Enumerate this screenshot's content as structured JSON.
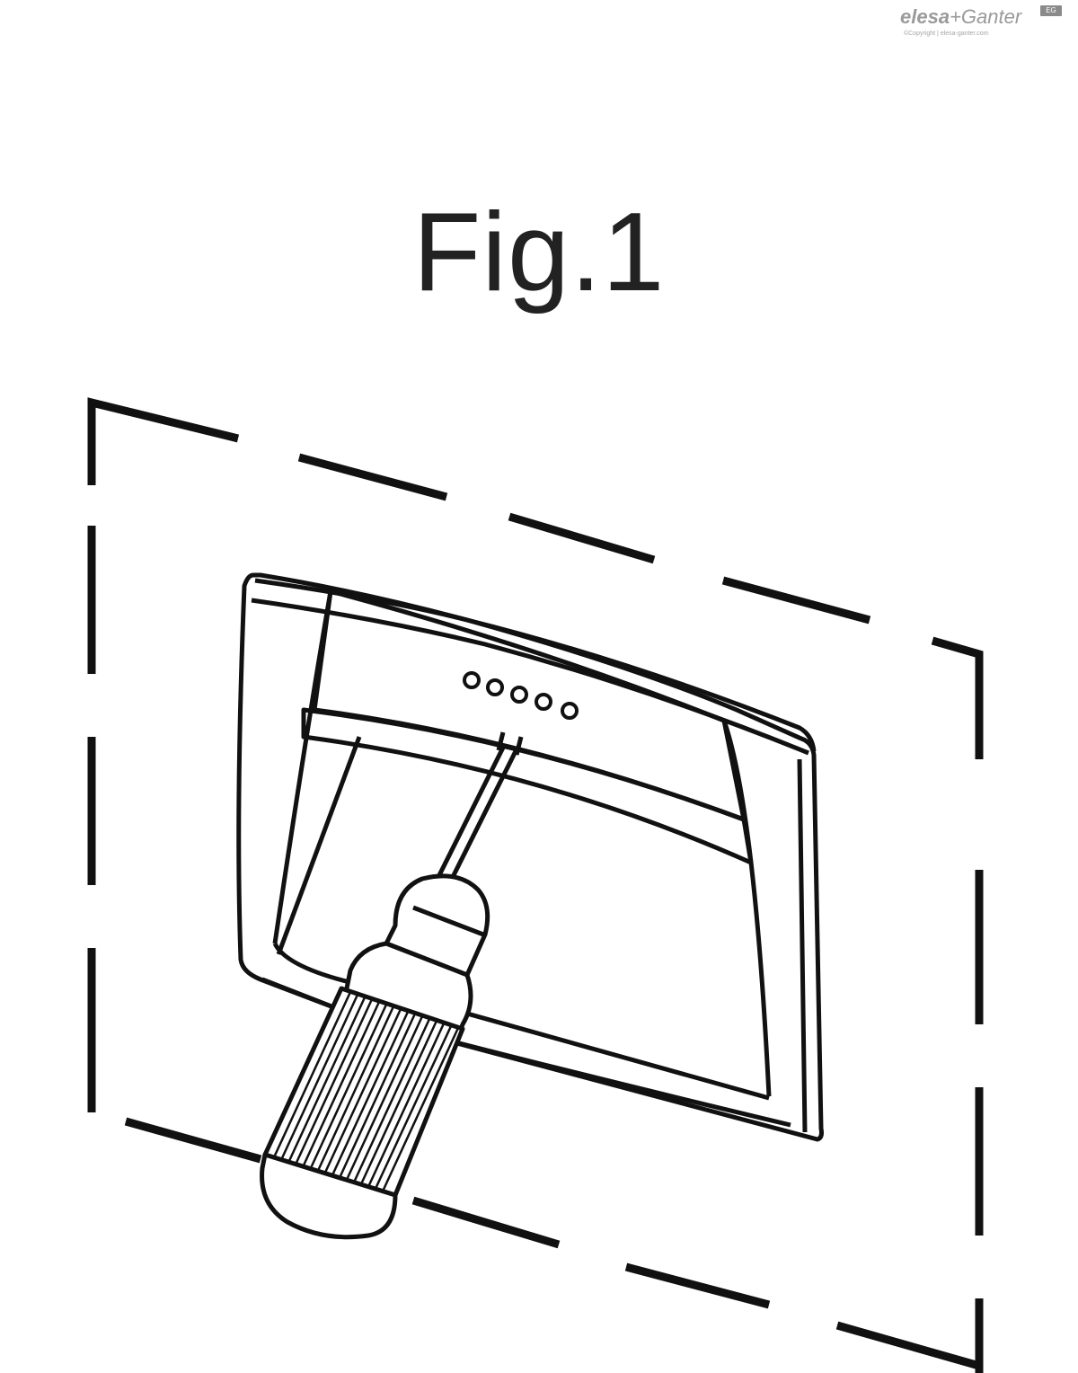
{
  "logo": {
    "brand": "elesa",
    "plus": "+",
    "partner": "Ganter",
    "badge": "EG",
    "copyright": "©Copyright | elesa-ganter.com"
  },
  "figure": {
    "title": "Fig.1"
  },
  "colors": {
    "line": "#111111",
    "logo": "#9a9a9a"
  },
  "icons": [
    "screwdriver-icon",
    "handle-icon",
    "dashed-panel-icon"
  ]
}
